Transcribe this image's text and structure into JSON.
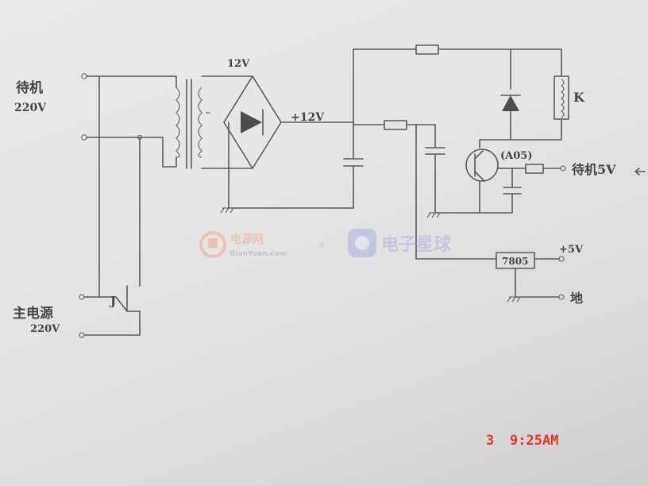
{
  "labels": {
    "standby_ac": "待机",
    "standby_ac_voltage": "220V",
    "main_ac": "主电源",
    "main_ac_voltage": "220V",
    "transformer_secondary": "12V",
    "rectified": "+12V",
    "transistor": "(A05)",
    "relay": "K",
    "switch": "J",
    "standby_5v": "待机5V",
    "regulator": "7805",
    "out_5v": "+5V",
    "ground": "地"
  },
  "watermarks": {
    "left_brand": "电源网",
    "left_url": "DianYuan.com",
    "right_brand": "电子星球"
  },
  "timestamp": {
    "day": "3",
    "time": "9:25AM"
  },
  "colors": {
    "pencil": "#5a5a5c",
    "stamp": "#e8362a",
    "watermark_orange": "#f0a58a",
    "watermark_blue": "#a9b0de"
  }
}
